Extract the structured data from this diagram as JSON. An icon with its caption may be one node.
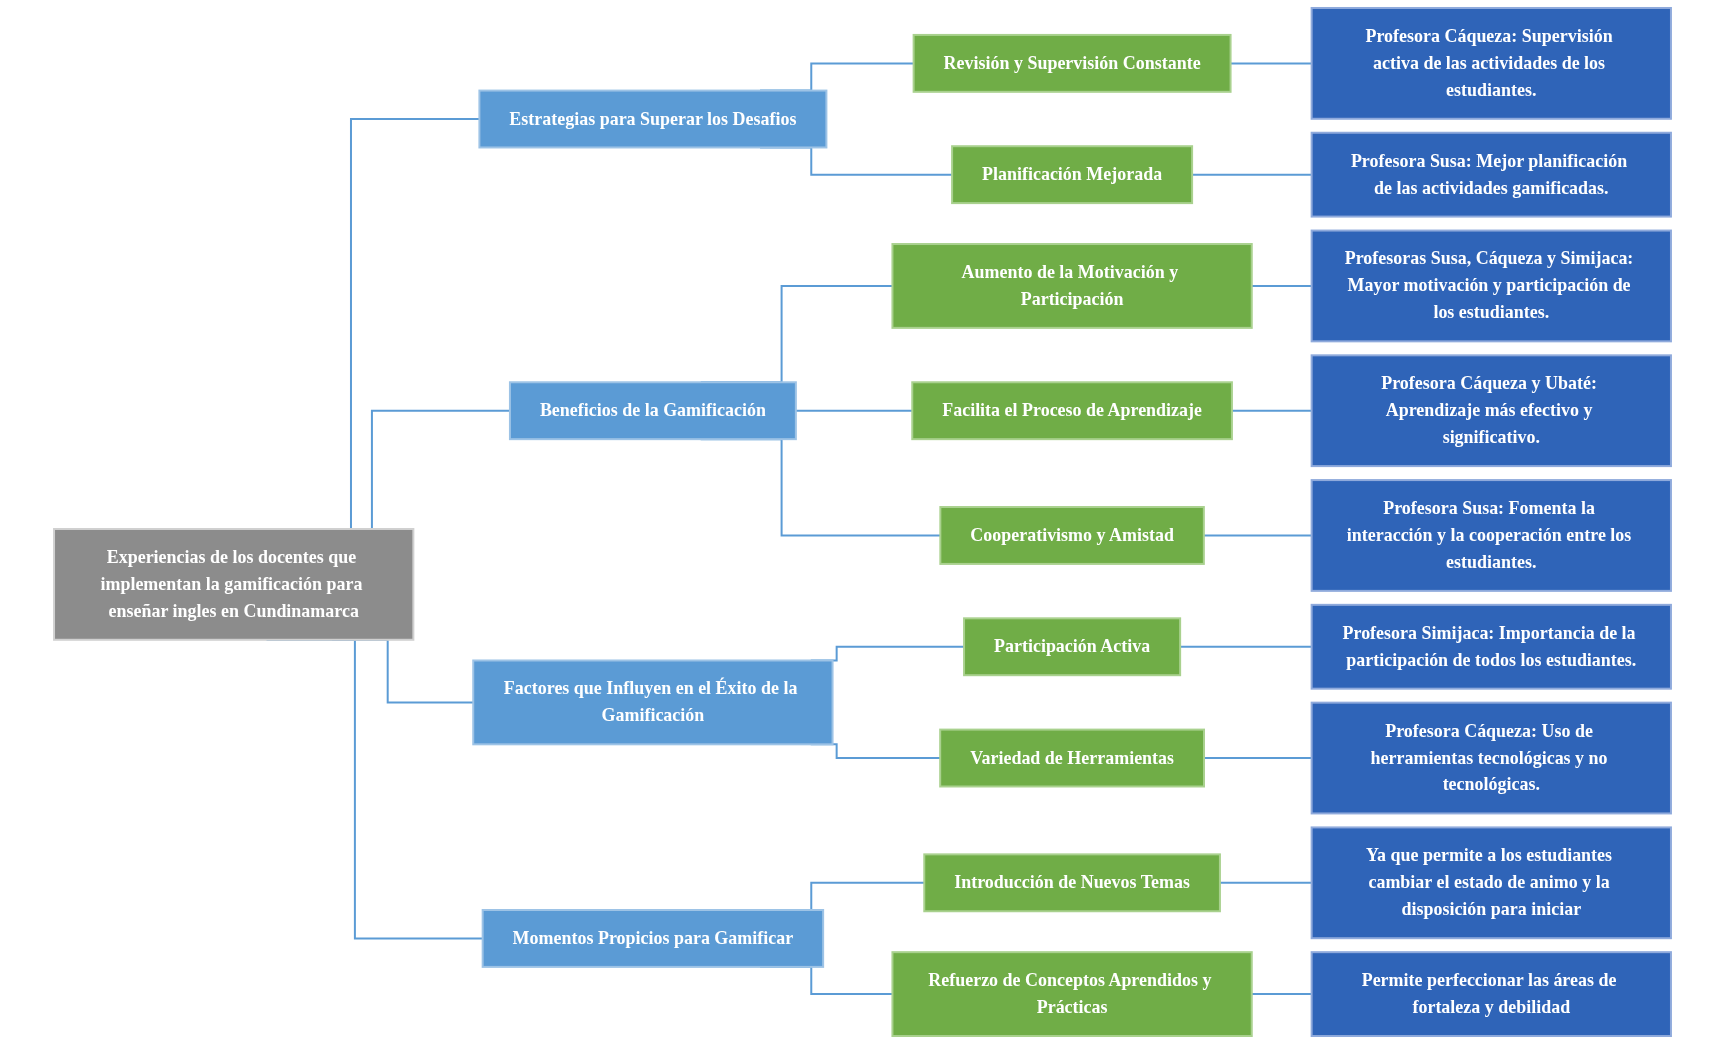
{
  "diagram": {
    "nodes": [
      {
        "text": [
          "Experiencias de los docentes que implementan la gamificación para enseñar ingles en Cundinamarca"
        ]
      },
      {
        "text": [
          "Estrategias para Superar los Desafios"
        ]
      },
      {
        "text": [
          "Revisión y Supervisión Constante"
        ]
      },
      {
        "text": [
          "**Profesora Cáqueza:** Supervisión activa de las actividades de los estudiantes."
        ]
      },
      {
        "text": [
          "Planificación Mejorada"
        ]
      },
      {
        "text": [
          "**Profesora Susa:** Mejor planificación de las actividades gamificadas."
        ]
      },
      {
        "text": [
          "Beneficios de la Gamificación"
        ]
      },
      {
        "text": [
          "Aumento de la Motivación y Participación"
        ]
      },
      {
        "text": [
          "**Profesoras Susa, Cáqueza y Simijaca:** Mayor motivación y participación de los estudiantes."
        ]
      },
      {
        "text": [
          "Facilita el Proceso de Aprendizaje"
        ]
      },
      {
        "text": [
          "**Profesora Cáqueza y Ubaté:** Aprendizaje más efectivo y significativo."
        ]
      },
      {
        "text": [
          "Cooperativismo y Amistad"
        ]
      },
      {
        "text": [
          "**Profesora Susa:** Fomenta la interacción y la cooperación entre los estudiantes."
        ]
      },
      {
        "text": [
          "Factores que Influyen en el Éxito de la Gamificación"
        ]
      },
      {
        "text": [
          "Participación Activa"
        ]
      },
      {
        "text": [
          "**Profesora Simijaca:** Importancia de la participación de todos los estudiantes."
        ]
      },
      {
        "text": [
          "Variedad de Herramientas"
        ]
      },
      {
        "text": [
          "**Profesora Cáqueza:** Uso de herramientas tecnológicas y no tecnológicas."
        ]
      },
      {
        "text": [
          "Momentos Propicios para Gamificar"
        ]
      },
      {
        "text": [
          "Introducción de Nuevos Temas"
        ]
      },
      {
        "text": [
          "Ya que permite a los estudiantes cambiar el estado de animo y la disposición para iniciar"
        ]
      },
      {
        "text": [
          "Refuerzo de Conceptos Aprendidos y Prácticas"
        ]
      },
      {
        "text": [
          "Permite perfeccionar las áreas de fortaleza y debilidad"
        ]
      }
    ],
    "edges": [
      {
        "from": 0,
        "to": 1,
        "arrow": "none"
      },
      {
        "from": 0,
        "to": 6,
        "arrow": "none"
      },
      {
        "from": 0,
        "to": 13,
        "arrow": "none"
      },
      {
        "from": 0,
        "to": 18,
        "arrow": "none"
      },
      {
        "from": 1,
        "to": 2,
        "arrow": "none"
      },
      {
        "from": 1,
        "to": 4,
        "arrow": "none"
      },
      {
        "from": 2,
        "to": 3,
        "arrow": "none"
      },
      {
        "from": 4,
        "to": 5,
        "arrow": "none"
      },
      {
        "from": 6,
        "to": 7,
        "arrow": "none"
      },
      {
        "from": 6,
        "to": 9,
        "arrow": "none"
      },
      {
        "from": 6,
        "to": 11,
        "arrow": "none"
      },
      {
        "from": 7,
        "to": 8,
        "arrow": "none"
      },
      {
        "from": 9,
        "to": 10,
        "arrow": "none"
      },
      {
        "from": 11,
        "to": 12,
        "arrow": "none"
      },
      {
        "from": 13,
        "to": 14,
        "arrow": "none"
      },
      {
        "from": 13,
        "to": 16,
        "arrow": "none"
      },
      {
        "from": 14,
        "to": 15,
        "arrow": "none"
      },
      {
        "from": 16,
        "to": 17,
        "arrow": "none"
      },
      {
        "from": 18,
        "to": 19,
        "arrow": "none"
      },
      {
        "from": 18,
        "to": 21,
        "arrow": "none"
      },
      {
        "from": 19,
        "to": 20,
        "arrow": "none"
      },
      {
        "from": 21,
        "to": 22,
        "arrow": "none"
      }
    ]
  }
}
